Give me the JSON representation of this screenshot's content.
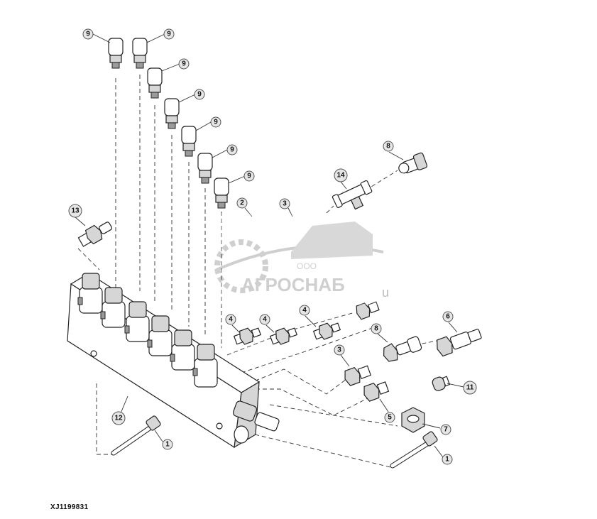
{
  "figure_id": "XJ1199831",
  "watermark": {
    "small": "ООО",
    "name": "АГРОСНАБ",
    "suffix": "u"
  },
  "callouts": [
    {
      "label": "9"
    },
    {
      "label": "9"
    },
    {
      "label": "9"
    },
    {
      "label": "9"
    },
    {
      "label": "9"
    },
    {
      "label": "9"
    },
    {
      "label": "9"
    },
    {
      "label": "13"
    },
    {
      "label": "2"
    },
    {
      "label": "3"
    },
    {
      "label": "14"
    },
    {
      "label": "8"
    },
    {
      "label": "4"
    },
    {
      "label": "4"
    },
    {
      "label": "4"
    },
    {
      "label": "8"
    },
    {
      "label": "6"
    },
    {
      "label": "3"
    },
    {
      "label": "11"
    },
    {
      "label": "5"
    },
    {
      "label": "7"
    },
    {
      "label": "12"
    },
    {
      "label": "1"
    },
    {
      "label": "1"
    }
  ]
}
